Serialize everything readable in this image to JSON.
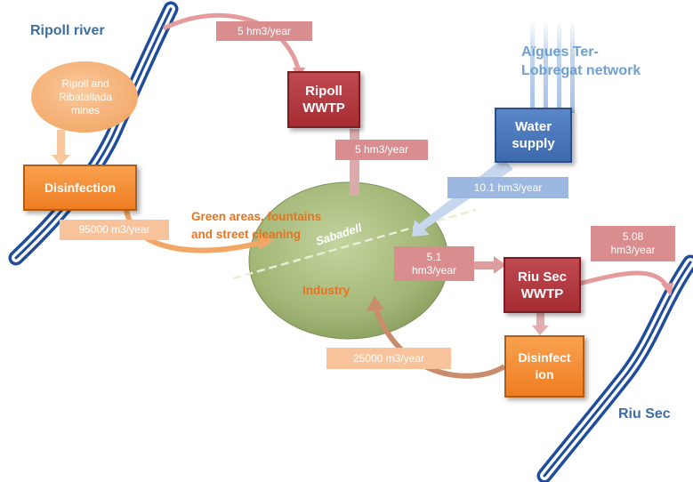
{
  "rivers": {
    "ripoll": "Ripoll river",
    "riu_sec": "Riu Sec"
  },
  "network": {
    "line1": "Aïgues Ter-",
    "line2": "Lobregat network"
  },
  "sources": {
    "mines_line1": "Ripoll and",
    "mines_line2": "Ribatallada",
    "mines_line3": "mines"
  },
  "boxes": {
    "ripoll_wwtp_line1": "Ripoll",
    "ripoll_wwtp_line2": "WWTP",
    "water_supply_line1": "Water",
    "water_supply_line2": "supply",
    "riu_sec_wwtp_line1": "Riu Sec",
    "riu_sec_wwtp_line2": "WWTP",
    "disinfection_left": "Disinfection",
    "disinfection_right_line1": "Disinfect",
    "disinfection_right_line2": "ion"
  },
  "flows": {
    "ripoll_out": "5 hm3/year",
    "ripoll_in": "5 hm3/year",
    "water_supply": "10.1 hm3/year",
    "riu_sec_in_line1": "5.1",
    "riu_sec_in_line2": "hm3/year",
    "riu_sec_out_line1": "5.08",
    "riu_sec_out_line2": "hm3/year",
    "green_areas": "95000 m3/year",
    "industry_reuse": "25000 m3/year"
  },
  "uses": {
    "green_line1": "Green areas, fountains",
    "green_line2": "and street cleaning",
    "industry": "Industry"
  },
  "city": "Sabadell",
  "colors": {
    "river_blue": "#1f4d9c",
    "wwtp_red": "#a62c33",
    "disinfection_orange": "#ef7d22",
    "water_blue": "#3c6aad",
    "city_green": "#a5b87a"
  }
}
